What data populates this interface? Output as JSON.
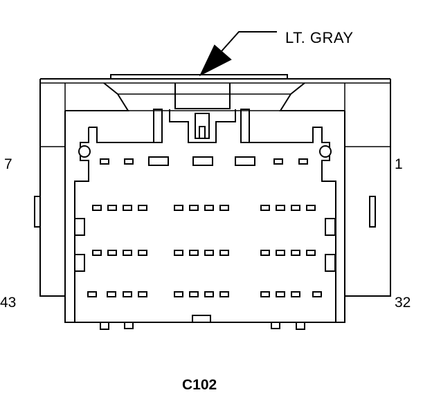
{
  "labels": {
    "color": "LT. GRAY",
    "connector_id": "C102",
    "pin_top_left": "7",
    "pin_top_right": "1",
    "pin_bottom_left": "43",
    "pin_bottom_right": "32"
  },
  "colors": {
    "line": "#000000",
    "background": "#ffffff"
  }
}
